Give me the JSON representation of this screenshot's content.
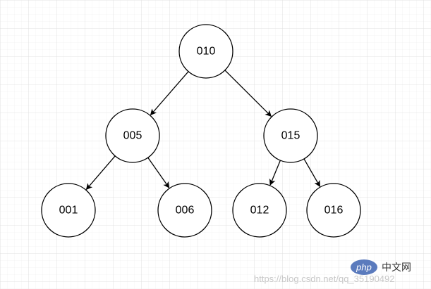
{
  "diagram": {
    "nodes": [
      {
        "id": "n010",
        "label": "010"
      },
      {
        "id": "n005",
        "label": "005"
      },
      {
        "id": "n015",
        "label": "015"
      },
      {
        "id": "n001",
        "label": "001"
      },
      {
        "id": "n006",
        "label": "006"
      },
      {
        "id": "n012",
        "label": "012"
      },
      {
        "id": "n016",
        "label": "016"
      }
    ],
    "edges": [
      {
        "from": "n010",
        "to": "n005"
      },
      {
        "from": "n010",
        "to": "n015"
      },
      {
        "from": "n005",
        "to": "n001"
      },
      {
        "from": "n005",
        "to": "n006"
      },
      {
        "from": "n015",
        "to": "n012"
      },
      {
        "from": "n015",
        "to": "n016"
      }
    ]
  },
  "watermark": {
    "url": "https://blog.csdn.net/qq_35190492",
    "logo_text": "php",
    "site_name": "中文网"
  },
  "colors": {
    "background": "#ffffff",
    "grid": "#e6e6e6",
    "stroke": "#000000",
    "logo": "#5b7bbd"
  }
}
